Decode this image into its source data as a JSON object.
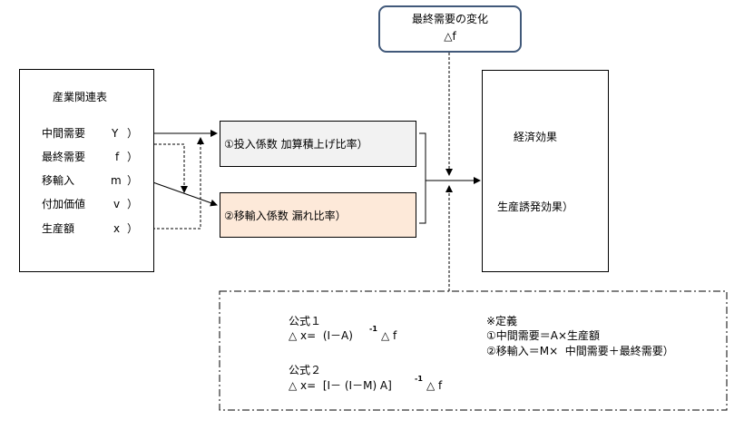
{
  "final_change": {
    "title": "最終需要の変化",
    "symbol": "△f"
  },
  "io_table": {
    "title": "産業関連表",
    "rows": [
      {
        "label": "中間需要",
        "var": "Y",
        "paren": "）"
      },
      {
        "label": "最終需要",
        "var": "f",
        "paren": "）"
      },
      {
        "label": "移輸入",
        "var": "m",
        "paren": "）"
      },
      {
        "label": "付加価値",
        "var": "v",
        "paren": "）"
      },
      {
        "label": "生産額",
        "var": "x",
        "paren": "）"
      }
    ]
  },
  "coefficients": {
    "input": "①投入係数 加算積上げ比率）",
    "import": "②移輸入係数 漏れ比率）"
  },
  "economic_effect": {
    "title": "経済効果",
    "subtitle": "生産誘発効果）"
  },
  "formulas": {
    "f1_title": "公式１",
    "f1_body": "△ x=  (I－A)",
    "f1_exp": "-1",
    "f1_tail": "△ f",
    "f2_title": "公式２",
    "f2_body": "△ x=  [I－ (I－M) A]",
    "f2_exp": "-1",
    "f2_tail": "△ f"
  },
  "definitions": {
    "title": "※定義",
    "line1": "①中間需要＝A×生産額",
    "line2": "②移輸入＝M×  中間需要＋最終需要）"
  },
  "colors": {
    "final_box_border": "#41597a",
    "input_fill": "#f2f2f2",
    "import_fill": "#fde9d9",
    "line": "#000000"
  }
}
